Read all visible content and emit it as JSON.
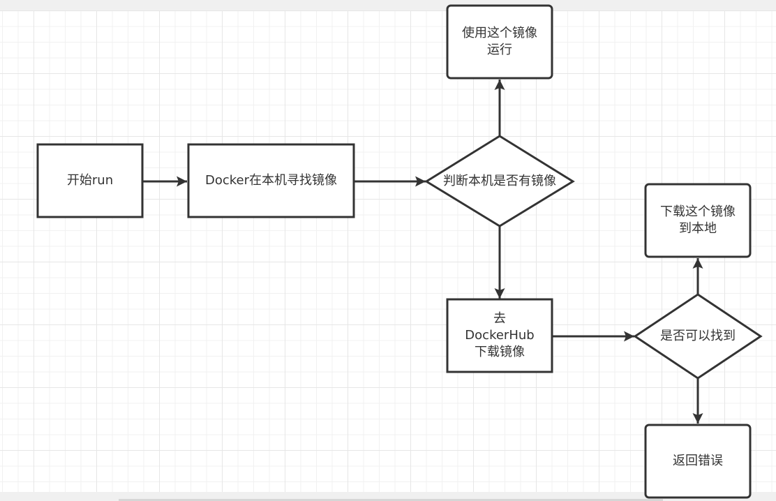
{
  "diagram": {
    "type": "flowchart",
    "colors": {
      "stroke": "#333333",
      "fill": "#ffffff",
      "text": "#333333",
      "grid_minor": "#f1f1f1",
      "grid_major": "#e6e6e6"
    },
    "nodes": [
      {
        "id": "start",
        "shape": "rect",
        "label": "开始run"
      },
      {
        "id": "search-local",
        "shape": "rect",
        "label": "Docker在本机寻找镜像"
      },
      {
        "id": "has-image",
        "shape": "diamond",
        "label": "判断本机是否有镜像"
      },
      {
        "id": "run-image",
        "shape": "rounded-rect",
        "label": "使用这个镜像\n运行"
      },
      {
        "id": "download-hub",
        "shape": "rect",
        "label": "去\nDockerHub\n下载镜像"
      },
      {
        "id": "can-find",
        "shape": "diamond",
        "label": "是否可以找到"
      },
      {
        "id": "download-local",
        "shape": "rounded-rect",
        "label": "下载这个镜像\n到本地"
      },
      {
        "id": "return-error",
        "shape": "rounded-rect",
        "label": "返回错误"
      }
    ],
    "edges": [
      {
        "from": "start",
        "to": "search-local"
      },
      {
        "from": "search-local",
        "to": "has-image"
      },
      {
        "from": "has-image",
        "to": "run-image"
      },
      {
        "from": "has-image",
        "to": "download-hub"
      },
      {
        "from": "download-hub",
        "to": "can-find"
      },
      {
        "from": "can-find",
        "to": "download-local"
      },
      {
        "from": "can-find",
        "to": "return-error"
      }
    ]
  }
}
